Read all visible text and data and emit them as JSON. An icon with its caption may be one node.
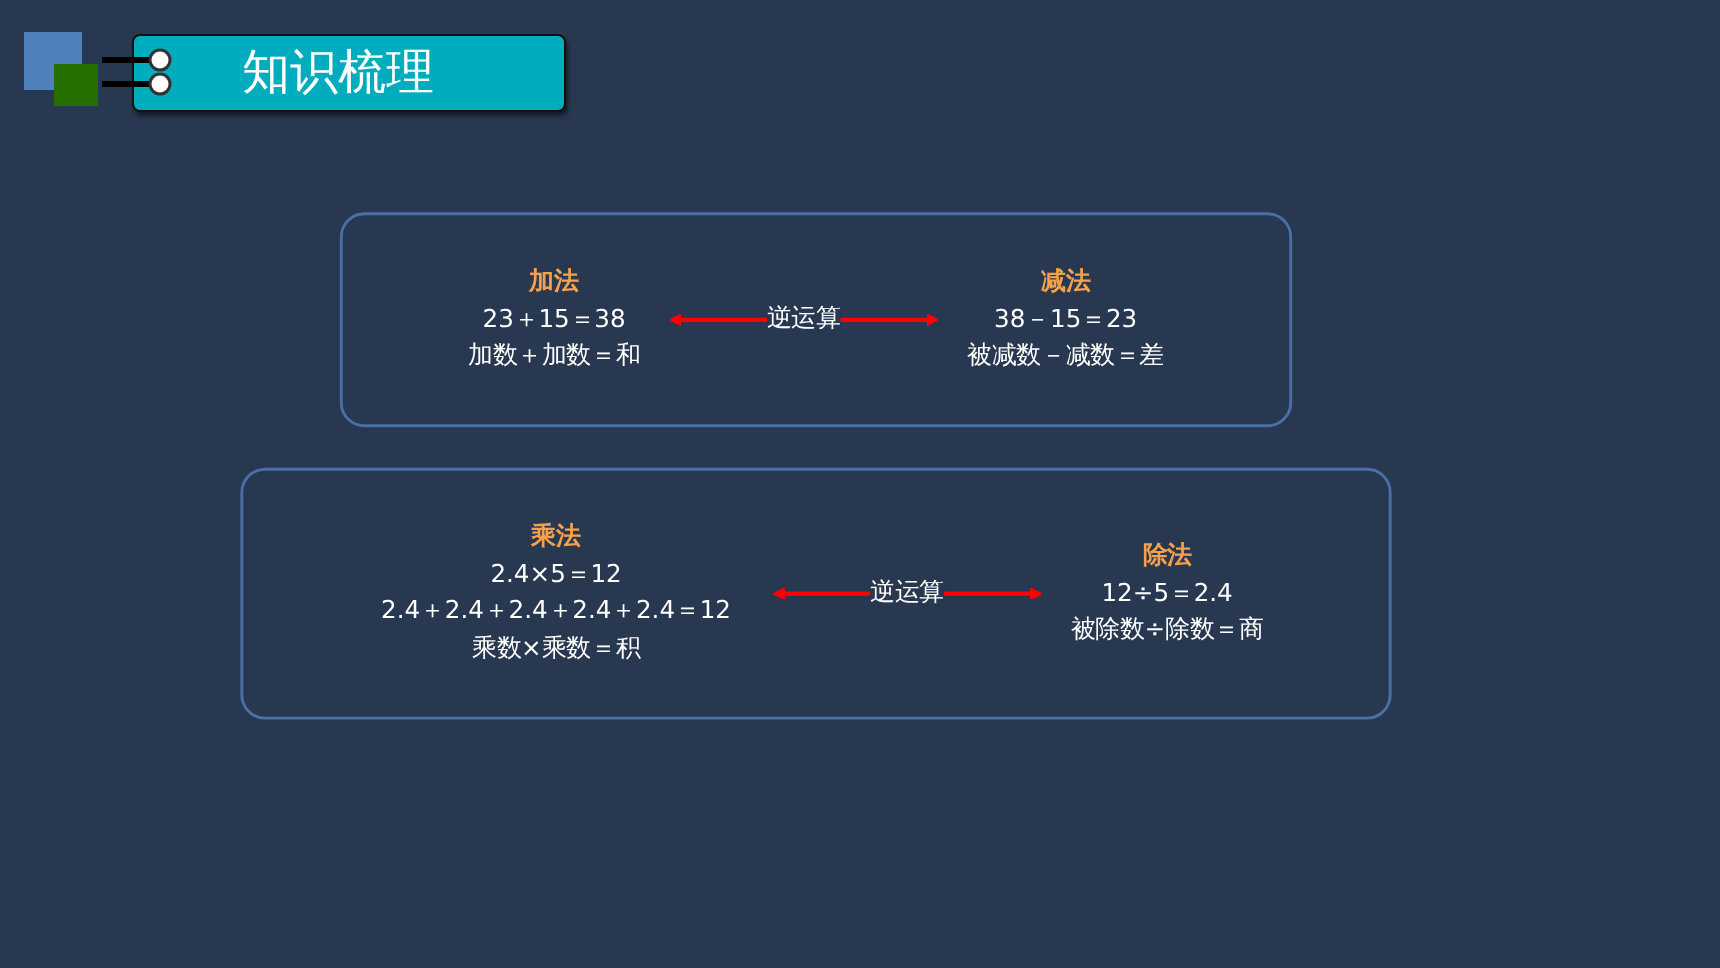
{
  "diagram": {
    "title": "知识梳理",
    "nodes": [
      {
        "text": [],
        "shape": "box"
      },
      {
        "text": [
          "加法",
          "23＋15＝38",
          "加数＋加数＝和"
        ],
        "in": 0
      },
      {
        "text": [
          "减法",
          "38－15＝23",
          "被减数－减数＝差"
        ],
        "in": 0
      },
      {
        "text": [],
        "shape": "box"
      },
      {
        "text": [
          "乘法",
          "2.4×5＝12",
          "2.4＋2.4＋2.4＋2.4＋2.4＝12",
          "乘数×乘数＝积"
        ],
        "in": 3
      },
      {
        "text": [
          "除法",
          "12÷5＝2.4",
          "被除数÷除数＝商"
        ],
        "in": 3
      }
    ],
    "edges": [
      {
        "from": 1,
        "to": 2,
        "arrow": "both",
        "label": "逆运算"
      },
      {
        "from": 4,
        "to": 5,
        "arrow": "both",
        "label": "逆运算"
      }
    ]
  }
}
